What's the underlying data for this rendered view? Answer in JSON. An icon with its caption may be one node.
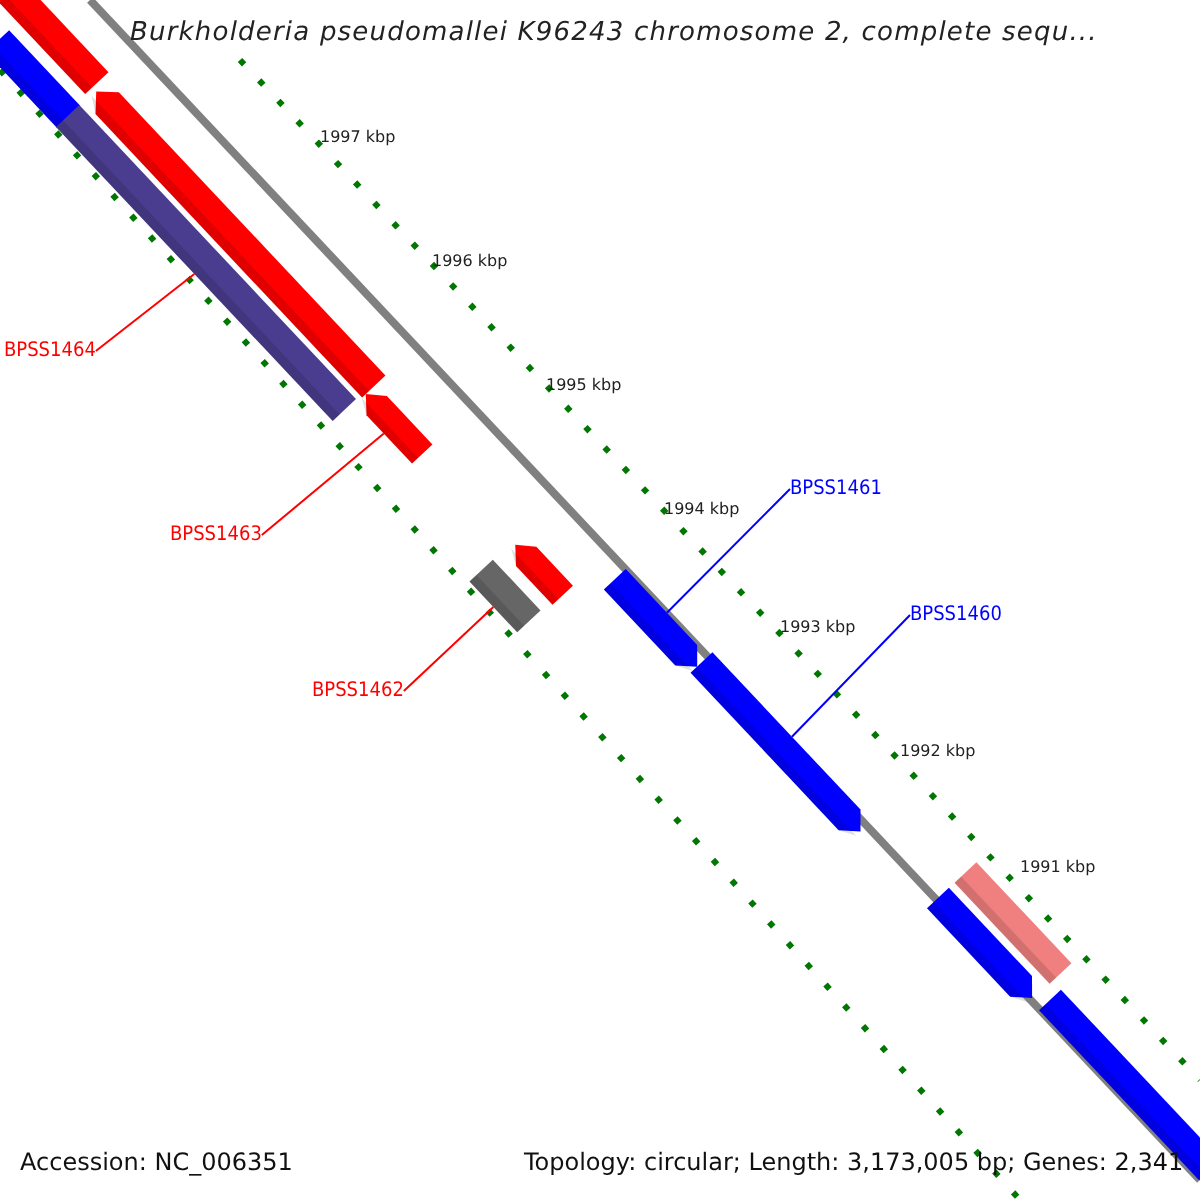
{
  "diagram": {
    "title": "Burkholderia pseudomallei K96243 chromosome 2, complete sequ...",
    "nodes": [
      {
        "text": [
          "BPSS1464"
        ]
      },
      {
        "text": [
          "BPSS1463"
        ]
      },
      {
        "text": [
          "BPSS1462"
        ]
      },
      {
        "text": [
          "BPSS1461"
        ]
      },
      {
        "text": [
          "BPSS1460"
        ]
      },
      {
        "text": [],
        "shape": "bar"
      },
      {
        "text": [],
        "shape": "bar"
      },
      {
        "text": [],
        "shape": "arrow"
      },
      {
        "text": [],
        "shape": "bar"
      },
      {
        "text": [],
        "shape": "arrow"
      },
      {
        "text": [],
        "shape": "arrow"
      },
      {
        "text": [],
        "shape": "bar"
      },
      {
        "text": [],
        "shape": "arrow"
      },
      {
        "text": [],
        "shape": "arrow"
      },
      {
        "text": [],
        "shape": "bar"
      },
      {
        "text": [],
        "shape": "arrow"
      },
      {
        "text": [],
        "shape": "bar"
      }
    ],
    "edges": [
      {
        "from": 0,
        "to": 8,
        "arrow": "none"
      },
      {
        "from": 1,
        "to": 9,
        "arrow": "none"
      },
      {
        "from": 2,
        "to": 11,
        "arrow": "none"
      },
      {
        "from": 3,
        "to": 12,
        "arrow": "none",
        "color": "#0000ff"
      },
      {
        "from": 4,
        "to": 13,
        "arrow": "none",
        "color": "#0000ff"
      }
    ],
    "labels": [
      "1997 kbp",
      "1996 kbp",
      "1995 kbp",
      "1994 kbp",
      "1993 kbp",
      "1992 kbp",
      "1991 kbp",
      "Accession: NC_006351",
      "Topology: circular; Length: 3,173,005 bp; Genes: 2,341"
    ]
  }
}
